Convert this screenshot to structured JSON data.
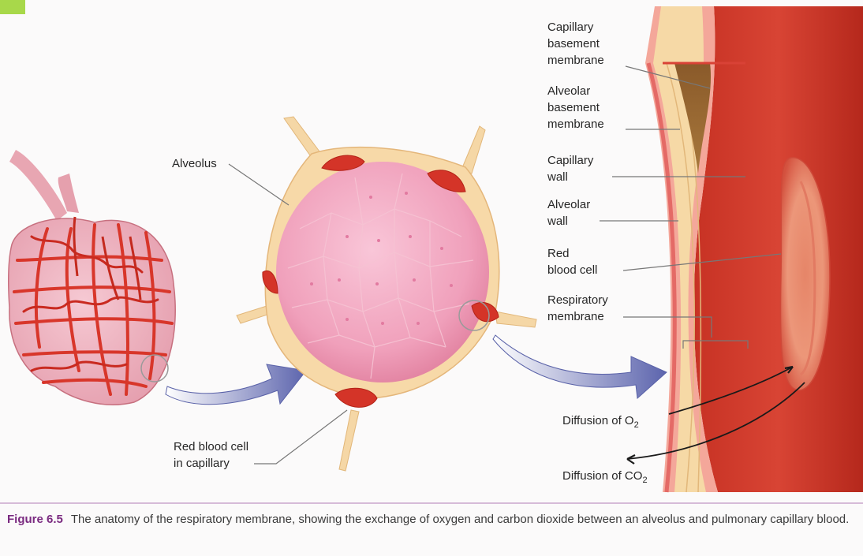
{
  "labels": {
    "alveolus": "Alveolus",
    "rbc_capillary": [
      "Red blood cell",
      "in capillary"
    ],
    "capillary_basement": [
      "Capillary",
      "basement",
      "membrane"
    ],
    "alveolar_basement": [
      "Alveolar",
      "basement",
      "membrane"
    ],
    "capillary_wall": [
      "Capillary",
      "wall"
    ],
    "alveolar_wall": [
      "Alveolar",
      "wall"
    ],
    "red_blood_cell": [
      "Red",
      "blood cell"
    ],
    "respiratory_membrane": [
      "Respiratory",
      "membrane"
    ],
    "diffusion_o2": {
      "text": "Diffusion of O",
      "sub": "2"
    },
    "diffusion_co2": {
      "text": "Diffusion of CO",
      "sub": "2"
    }
  },
  "caption": {
    "figure": "Figure 6.5",
    "text": "The anatomy of the respiratory membrane, showing the exchange of oxygen and carbon dioxide between an alveolus and pulmonary capillary blood."
  },
  "colors": {
    "figure_label": "#7a2a80",
    "capillary_red": "#d63a2a",
    "alveolus_pink": "#f0a3bd",
    "tissue_cream": "#f7dcae",
    "arrow_blue": "#6c73b8",
    "divider": "#c9a6cc"
  }
}
